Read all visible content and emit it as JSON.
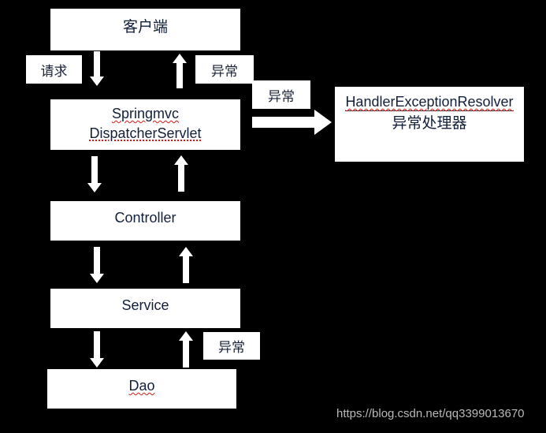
{
  "diagram": {
    "title": "SpringMVC exception handling flow",
    "background_color": "#000000",
    "node_fill": "#ffffff",
    "node_text_color": "#12203a",
    "arrow_color": "#ffffff",
    "spellcheck_underline_color": "#d21b12",
    "nodes": [
      {
        "id": "client",
        "label": "客户端"
      },
      {
        "id": "dispatcher",
        "label_line1": "Springmvc",
        "label_line2": "DispatcherServlet"
      },
      {
        "id": "controller",
        "label": "Controller"
      },
      {
        "id": "service",
        "label": "Service"
      },
      {
        "id": "dao",
        "label": "Dao"
      },
      {
        "id": "resolver",
        "label_line1": "HandlerExceptionResolver",
        "label_line2": "异常处理器"
      }
    ],
    "edge_labels": [
      {
        "id": "request",
        "text": "请求"
      },
      {
        "id": "exception-up",
        "text": "异常"
      },
      {
        "id": "exception-to-resolver",
        "text": "异常"
      },
      {
        "id": "exception-dao",
        "text": "异常"
      }
    ]
  },
  "watermark": {
    "text": "https://blog.csdn.net/qq3399013670"
  }
}
